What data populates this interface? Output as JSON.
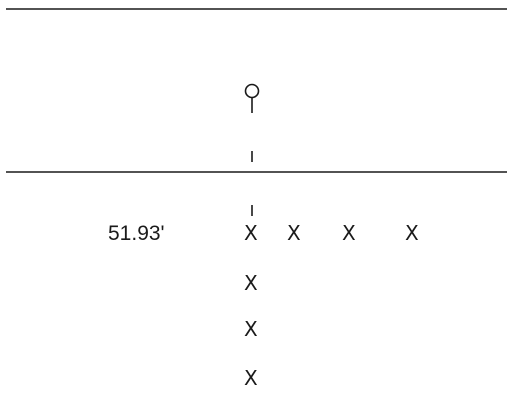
{
  "diagram": {
    "distance_label": "51.93'",
    "marker_symbol": "X",
    "line_color": "#1a1a1a",
    "background_color": "#ffffff",
    "horizontal_row_marker_count": 4,
    "vertical_column_marker_count": 4
  }
}
